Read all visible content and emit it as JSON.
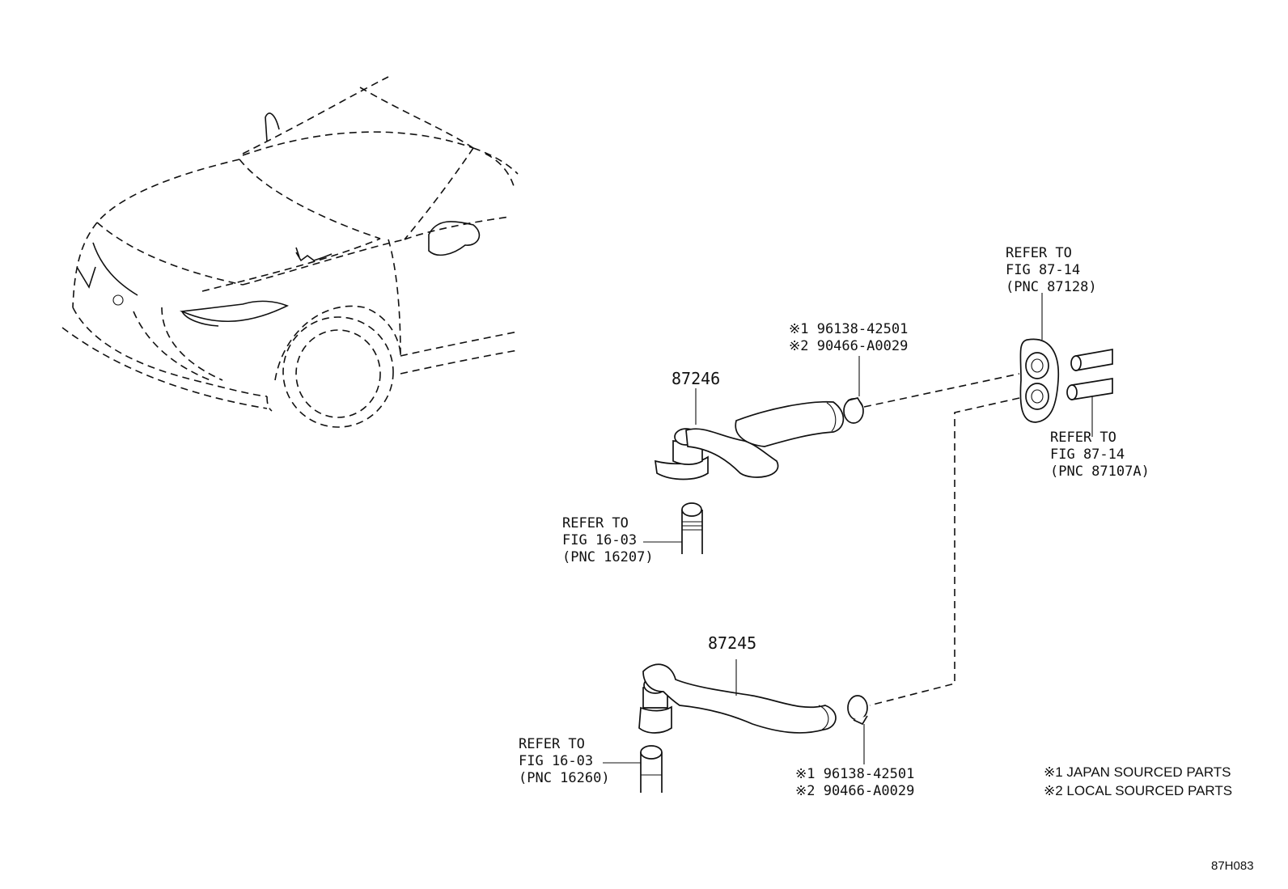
{
  "parts": {
    "upper_hose_pnc": "87246",
    "lower_hose_pnc": "87245"
  },
  "references": {
    "heater_unit_outlet": {
      "line1": "REFER TO",
      "line2": "FIG 87-14",
      "line3": "(PNC 87128)"
    },
    "heater_unit_pipes": {
      "line1": "REFER TO",
      "line2": "FIG 87-14",
      "line3": "(PNC 87107A)"
    },
    "engine_outlet_upper": {
      "line1": "REFER TO",
      "line2": "FIG 16-03",
      "line3": "(PNC 16207)"
    },
    "engine_outlet_lower": {
      "line1": "REFER TO",
      "line2": "FIG 16-03",
      "line3": "(PNC 16260)"
    }
  },
  "clamps": {
    "upper": {
      "line1": "※1 96138-42501",
      "line2": "※2 90466-A0029"
    },
    "lower": {
      "line1": "※1 96138-42501",
      "line2": "※2 90466-A0029"
    }
  },
  "legend": {
    "note1": "※1 JAPAN SOURCED PARTS",
    "note2": "※2 LOCAL SOURCED PARTS"
  },
  "figure_code": "87H083"
}
